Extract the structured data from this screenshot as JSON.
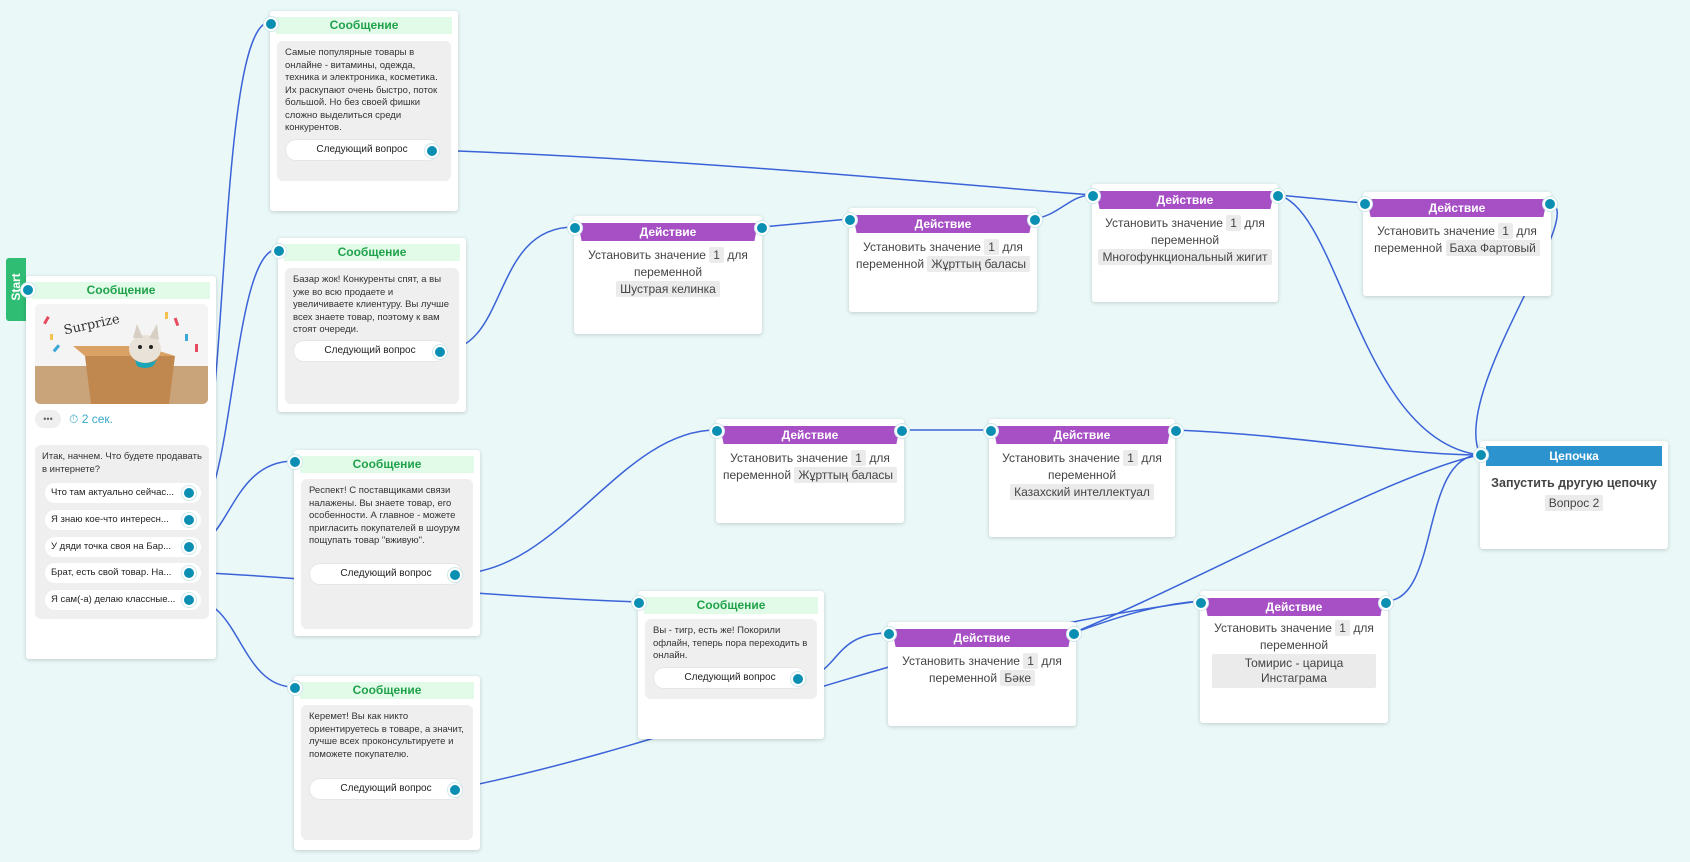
{
  "start": {
    "label": "Start"
  },
  "msg_main": {
    "header": "Сообщение",
    "delay_text": "2 сек.",
    "dots": "•••",
    "question": "Итак, начнем. Что будете продавать в интернете?",
    "options": [
      "Что там актуально сейчас...",
      "Я знаю кое-что интересн...",
      "У дяди точка своя на Бар...",
      "Брат, есть свой товар. На...",
      "Я сам(-а) делаю классные..."
    ]
  },
  "msg1": {
    "header": "Сообщение",
    "text": "Самые популярные товары в онлайне - витамины, одежда, техника и электроника, косметика. Их раскупают очень быстро, поток большой. Но без своей фишки сложно выделиться среди конкурентов.",
    "button": "Следующий вопрос"
  },
  "msg2": {
    "header": "Сообщение",
    "text": "Базар жок! Конкуренты спят, а вы уже во всю продаете и увеличиваете клиентуру. Вы лучше всех знаете товар, поэтому к вам стоят очереди.",
    "button": "Следующий вопрос"
  },
  "msg3": {
    "header": "Сообщение",
    "text": "Респект! С поставщиками связи налажены. Вы знаете товар, его особенности. А главное - можете пригласить покупателей в шоурум пощупать товар \"вживую\".",
    "button": "Следующий вопрос"
  },
  "msg4": {
    "header": "Сообщение",
    "text": "Керемет! Вы как никто ориентируетесь в товаре, а значит, лучше всех проконсультируете и поможете покупателю.",
    "button": "Следующий вопрос"
  },
  "msg5": {
    "header": "Сообщение",
    "text": "Вы - тигр, есть же! Покорили офлайн, теперь пора переходить в онлайн.",
    "button": "Следующий вопрос"
  },
  "action_common": {
    "header": "Действие",
    "set_label": "Установить значение",
    "value": "1",
    "for_label": "для",
    "var_label": "переменной"
  },
  "actions": {
    "a1": {
      "variable": "Шустрая келинка"
    },
    "a2": {
      "variable": "Жұрттың баласы"
    },
    "a3": {
      "variable": "Многофункциональный жигит"
    },
    "a4": {
      "variable": "Баха Фартовый"
    },
    "a5": {
      "variable": "Жұрттың баласы"
    },
    "a6": {
      "variable": "Казахский интеллектуал"
    },
    "a7": {
      "variable": "Бәке"
    },
    "a8": {
      "variable": "Томирис - царица Инстаграма"
    }
  },
  "chain": {
    "header": "Цепочка",
    "title": "Запустить другую цепочку",
    "target": "Вопрос 2"
  },
  "colors": {
    "background": "#eaf8f8",
    "wire": "#3b63d8",
    "port": "#0a8fb3",
    "message_header": "#1fa24a",
    "action_header": "#a74fc5",
    "chain_header": "#2c93cf",
    "start": "#2fbd73"
  },
  "icons": {
    "timer": "stopwatch-icon",
    "image": "surprise-dog-in-box-image"
  }
}
